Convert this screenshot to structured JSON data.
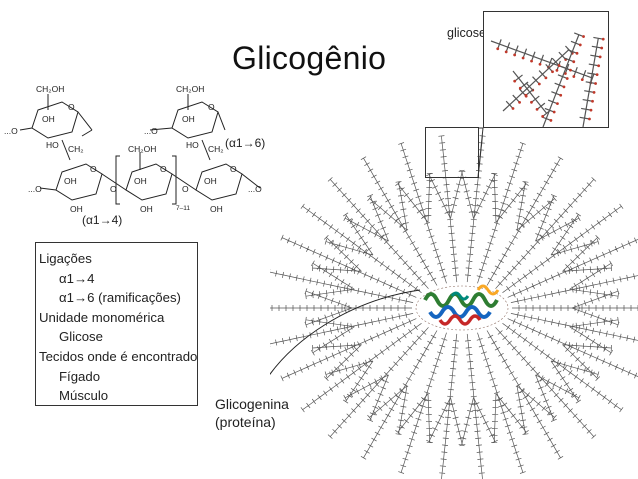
{
  "title": "Glicogênio",
  "structure": {
    "label_alpha16": "(α1→6)",
    "label_alpha14": "(α1→4)",
    "repeat_index": "7–11",
    "ch2oh": "CH₂OH",
    "ch2": "CH₂",
    "oh": "OH",
    "ho": "HO",
    "o": "O",
    "dots_o": "...O"
  },
  "info_box": {
    "links_heading": "Ligações",
    "link_1": "α1→4",
    "link_2": "α1→6 (ramificações)",
    "unit_heading": "Unidade monomérica",
    "unit_value": "Glicose",
    "tissue_heading": "Tecidos onde é encontrado",
    "tissue_1": "Fígado",
    "tissue_2": "Músculo"
  },
  "inset_label": "glicose",
  "protein_label_line1": "Glicogenina",
  "protein_label_line2": "(proteína)",
  "colors": {
    "chain": "#555555",
    "oxygen": "#c0392b",
    "protein_a": "#2e7d32",
    "protein_b": "#1565c0",
    "protein_c": "#c62828"
  }
}
